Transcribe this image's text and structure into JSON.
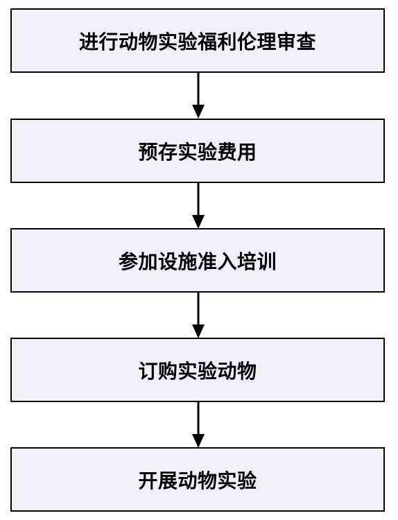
{
  "flowchart": {
    "steps": [
      {
        "label": "进行动物实验福利伦理审查"
      },
      {
        "label": "预存实验费用"
      },
      {
        "label": "参加设施准入培训"
      },
      {
        "label": "订购实验动物"
      },
      {
        "label": "开展动物实验"
      }
    ]
  },
  "colors": {
    "box_fill": "#f3eff9",
    "box_border": "#000000",
    "arrow": "#000000",
    "text": "#000000"
  }
}
